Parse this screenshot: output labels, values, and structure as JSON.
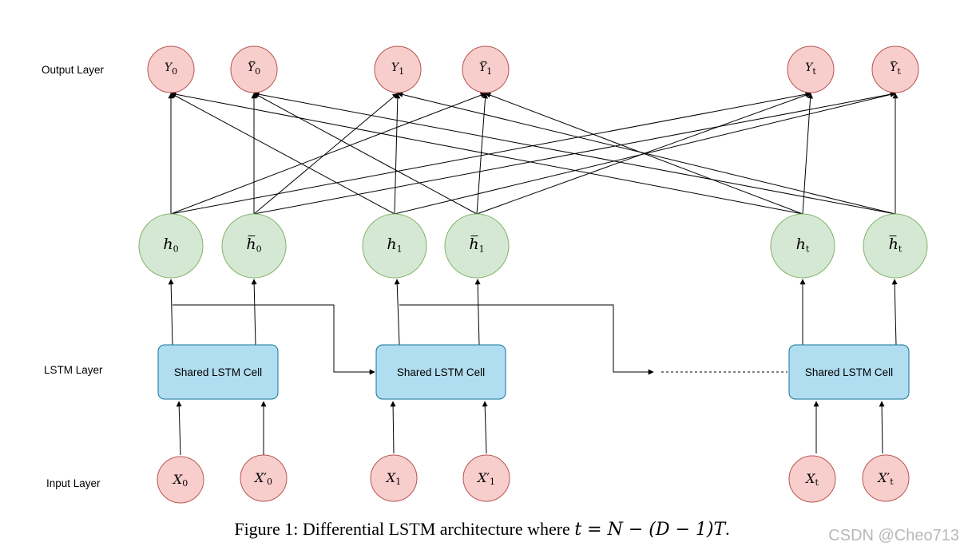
{
  "layers": {
    "output": "Output Layer",
    "lstm": "LSTM Layer",
    "input": "Input Layer"
  },
  "cells": [
    {
      "label": "Shared LSTM Cell"
    },
    {
      "label": "Shared LSTM Cell"
    },
    {
      "label": "Shared LSTM Cell"
    }
  ],
  "outputs": [
    {
      "base": "Y",
      "sub": "0",
      "bar": false
    },
    {
      "base": "Y",
      "sub": "0",
      "bar": true
    },
    {
      "base": "Y",
      "sub": "1",
      "bar": false
    },
    {
      "base": "Y",
      "sub": "1",
      "bar": true
    },
    {
      "base": "Y",
      "sub": "t",
      "bar": false
    },
    {
      "base": "Y",
      "sub": "t",
      "bar": true
    }
  ],
  "hidden": [
    {
      "base": "h",
      "sub": "0",
      "bar": false
    },
    {
      "base": "h",
      "sub": "0",
      "bar": true
    },
    {
      "base": "h",
      "sub": "1",
      "bar": false
    },
    {
      "base": "h",
      "sub": "1",
      "bar": true
    },
    {
      "base": "h",
      "sub": "t",
      "bar": false
    },
    {
      "base": "h",
      "sub": "t",
      "bar": true
    }
  ],
  "inputs": [
    {
      "base": "X",
      "sub": "0",
      "prime": false
    },
    {
      "base": "X",
      "sub": "0",
      "prime": true
    },
    {
      "base": "X",
      "sub": "1",
      "prime": false
    },
    {
      "base": "X",
      "sub": "1",
      "prime": true
    },
    {
      "base": "X",
      "sub": "t",
      "prime": false
    },
    {
      "base": "X",
      "sub": "t",
      "prime": true
    }
  ],
  "caption": {
    "prefix": "Figure 1: Differential LSTM architecture where ",
    "math": "t = N − (D − 1)T",
    "suffix": "."
  },
  "watermark": "CSDN @Cheo713",
  "colors": {
    "output_fill": "#f8cecc",
    "output_stroke": "#b85450",
    "hidden_fill": "#d5e8d4",
    "hidden_stroke": "#82b366",
    "cell_fill": "#b1ddf0",
    "cell_stroke": "#10739e"
  }
}
